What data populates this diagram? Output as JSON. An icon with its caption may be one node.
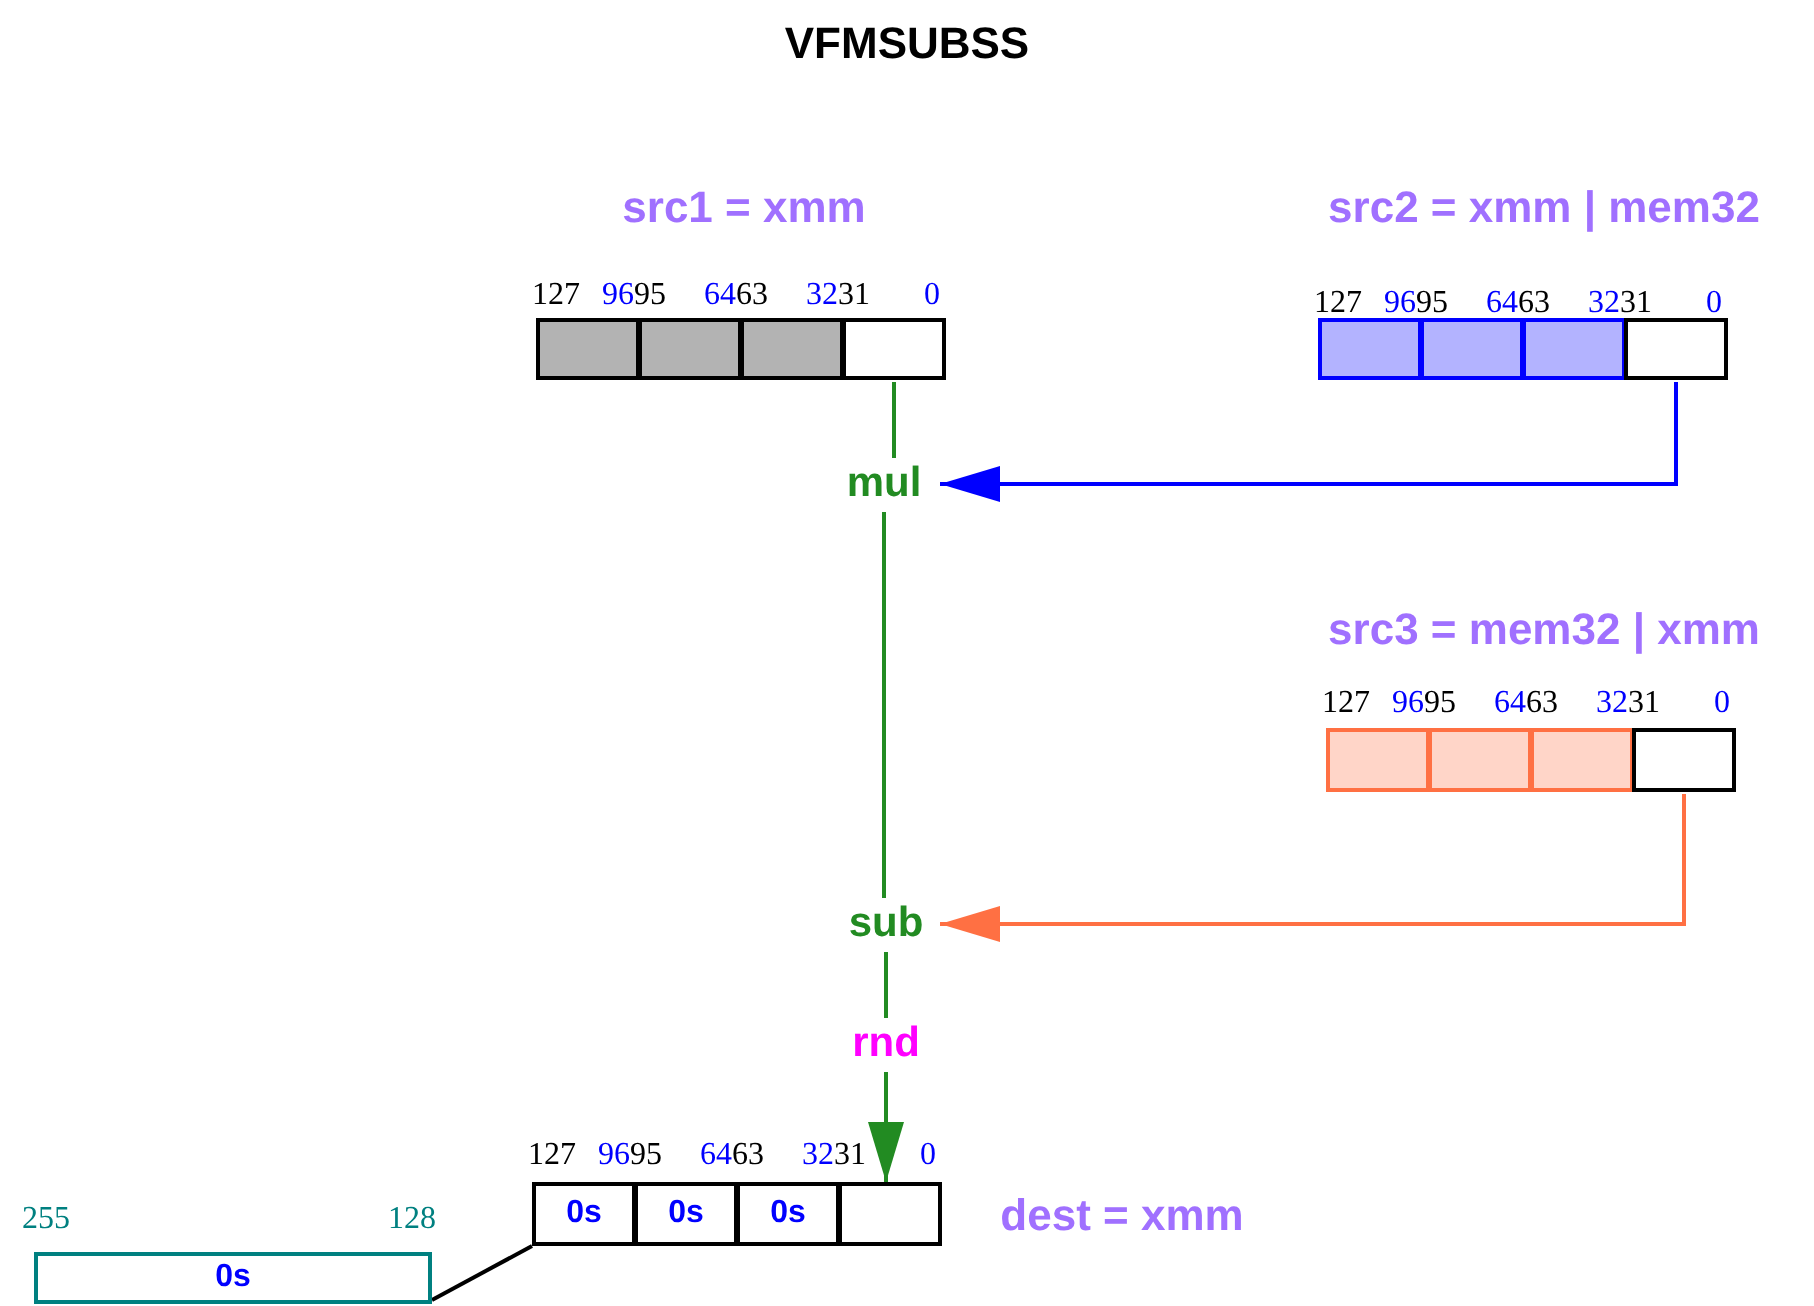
{
  "diagram": {
    "title": "VFMSUBSS",
    "nodes": [
      {
        "text": [
          "src1 = xmm"
        ]
      },
      {
        "text": [],
        "shape": "box",
        "in": 0
      },
      {
        "text": [],
        "shape": "box",
        "in": 0
      },
      {
        "text": [],
        "shape": "box",
        "in": 0
      },
      {
        "text": [],
        "shape": "box",
        "in": 0
      },
      {
        "text": [
          "src2 = xmm | mem32"
        ]
      },
      {
        "text": [],
        "shape": "box",
        "in": 5
      },
      {
        "text": [],
        "shape": "box",
        "in": 5
      },
      {
        "text": [],
        "shape": "box",
        "in": 5
      },
      {
        "text": [],
        "shape": "box",
        "in": 5
      },
      {
        "text": [
          "src3 = mem32 | xmm"
        ]
      },
      {
        "text": [],
        "shape": "box",
        "in": 10
      },
      {
        "text": [],
        "shape": "box",
        "in": 10
      },
      {
        "text": [],
        "shape": "box",
        "in": 10
      },
      {
        "text": [],
        "shape": "box",
        "in": 10
      },
      {
        "text": [
          "mul"
        ]
      },
      {
        "text": [
          "sub"
        ]
      },
      {
        "text": [
          "rnd"
        ]
      },
      {
        "text": [
          "dest = xmm"
        ]
      },
      {
        "text": [
          "0s"
        ],
        "in": 18
      },
      {
        "text": [
          "0s"
        ],
        "in": 18
      },
      {
        "text": [
          "0s"
        ],
        "in": 18
      },
      {
        "text": [],
        "shape": "box",
        "in": 18
      },
      {
        "text": [
          "0s"
        ]
      }
    ],
    "edges": [
      {
        "from": 4,
        "to": 15,
        "arrow": "none"
      },
      {
        "from": 9,
        "to": 15,
        "arrow": "to",
        "color": "#0000ff"
      },
      {
        "from": 15,
        "to": 16,
        "arrow": "none"
      },
      {
        "from": 14,
        "to": 16,
        "arrow": "to",
        "color": "#ff7043"
      },
      {
        "from": 16,
        "to": 17,
        "arrow": "none"
      },
      {
        "from": 17,
        "to": 22,
        "arrow": "to"
      },
      {
        "from": 18,
        "to": 23,
        "arrow": "none",
        "color": "#000000"
      }
    ],
    "labels": [
      "127",
      "96",
      "95",
      "64",
      "63",
      "32",
      "31",
      "0",
      "127",
      "96",
      "95",
      "64",
      "63",
      "32",
      "31",
      "0",
      "127",
      "96",
      "95",
      "64",
      "63",
      "32",
      "31",
      "0",
      "127",
      "96",
      "95",
      "64",
      "63",
      "32",
      "31",
      "0",
      "255",
      "128"
    ]
  }
}
